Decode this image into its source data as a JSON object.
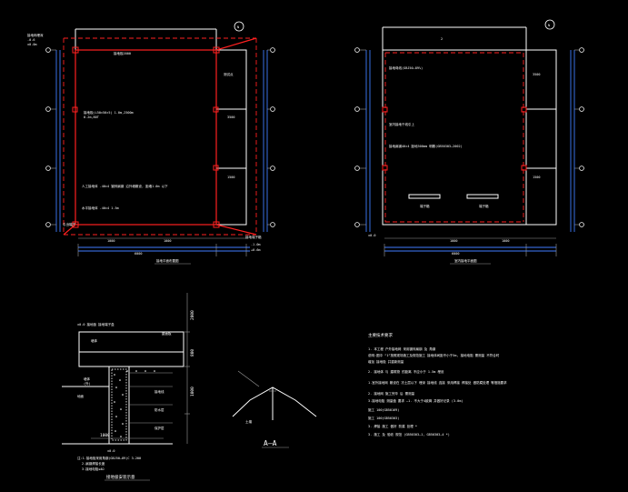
{
  "plan_left": {
    "elev_top": "±0.0m",
    "label_ground": "接地网埋深",
    "note_top": "-0.6",
    "note_rod": "接地极2000",
    "note_electrode": "接地极(L50×50×5) 1.0m,2500m",
    "note_flat": "人工接地体 -40×4 镀锌扁钢 沿外墙敷设, 距墙1.0m 以下",
    "note_ring": "水平接地体 -40×4 1.5m",
    "note_lead": "引出端子",
    "note_test": "测试点",
    "note_lower": "接地端子箱",
    "elev_minus": "-1.0m",
    "elev_plus": "+0.6m",
    "dim_total": "6000",
    "dim_seg": "1000",
    "caption": "接地平面布置图"
  },
  "plan_right": {
    "note_1": "接地母线(GBJ50—89%)",
    "note_2": "室内接地干线引上",
    "note_3": "接地扁钢40×4 距地300mm 明敷(GB50303—2002)",
    "box_1": "端子箱",
    "box_2": "端子箱",
    "elev_left": "±0.0",
    "dim_total": "6000",
    "caption": "室内接地平面图"
  },
  "section": {
    "label_box": "墙体",
    "label_roof": "屋面板",
    "label_left": "墙体",
    "label_left2": "(外)",
    "label_ground": "地面",
    "label_layer1": "接地线",
    "label_layer2": "防水层",
    "label_layer3": "保护层",
    "dim_2000": "2000",
    "dim_800": "800",
    "dim_1000": "1000",
    "dim_bottom": "1000",
    "label_depth": "±0.0",
    "note_1": "注:1.接地极采用角钢(GBJ50—89)C 3-200",
    "note_2": "2.扁钢焊接长度",
    "note_3": "3.接地电阻≤4Ω",
    "caption": "接地极安装示意"
  },
  "aa": {
    "label": "土壤",
    "caption": "A—A"
  },
  "notes": {
    "title": "主要技术要求",
    "items": [
      "1. 本工程 户外接地网 采用镀锌扁钢 及 角钢",
      "说明:图中 “1”按照现场施工及规范施工 接地体间距不小于5m, 接地电阻 需测量 不符合时",
      "增加 接地极 并重新测量",
      "2. 接地体 与 建筑物 的距离 不应小于 1.5m 埋设",
      "1.室外接地网 敷设在 冻土层以下 埋深 接地线 连接 采用焊接 焊接处 做防腐处理 等措施要求",
      "2. 接地网 施工完毕 后 需测量",
      "3.接地电阻 测量值 要求 —1. 不大于4欧姆 并做好记录 (3.0m)",
      "施工 100(GB50169)",
      "施工 100(GB50303)",
      "3. 焊接 施工 做好 防腐 处理 *",
      "3. 施工 及 验收 规范 (GB50303—1, GB50303—4 *)"
    ]
  },
  "north_left": "N",
  "north_right": "N"
}
